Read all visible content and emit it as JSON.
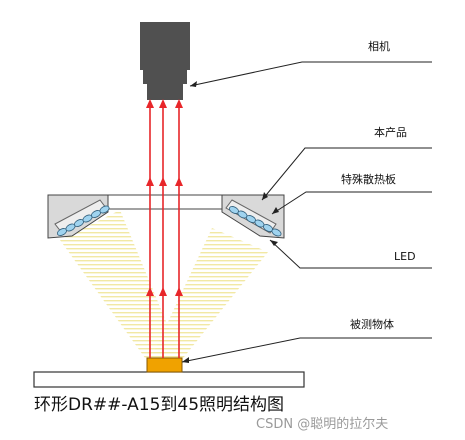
{
  "labels": {
    "camera": "相机",
    "product": "本产品",
    "heatsink": "特殊散热板",
    "led": "LED",
    "object": "被测物体"
  },
  "caption": "环形DR##-A15到45照明结构图",
  "watermark": "CSDN @聪明的拉尔夫",
  "colors": {
    "camera": "#505050",
    "ray": "#e8262a",
    "light_beam": "#f4e9a6",
    "led_lens": "#9fd3ef",
    "object": "#f0a200",
    "outline": "#333333"
  }
}
